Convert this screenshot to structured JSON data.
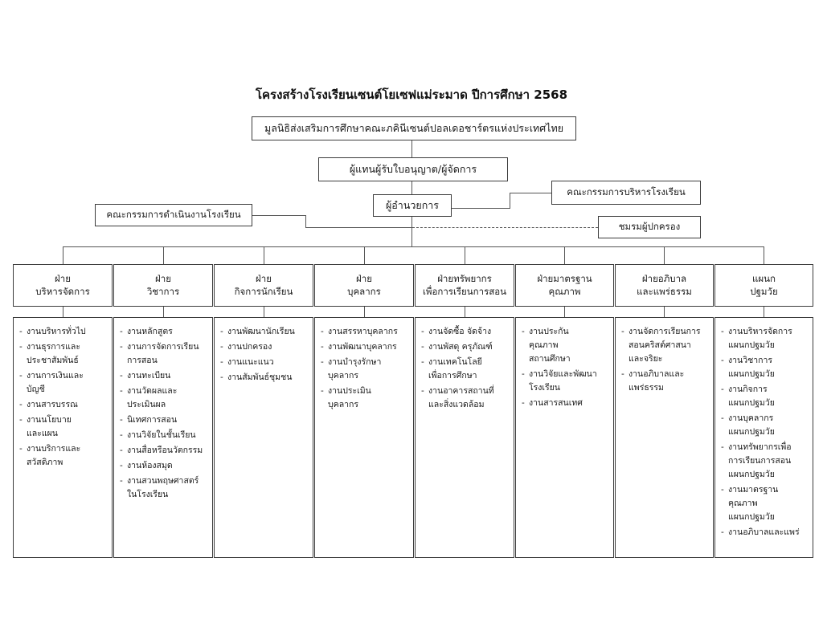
{
  "chart_data": {
    "type": "diagram",
    "title": "โครงสร้างโรงเรียนเซนต์โยเซฟแม่ระมาด ปีการศึกษา 2568",
    "orientation": "top-down-org-chart",
    "levels": 4
  },
  "title": "โครงสร้างโรงเรียนเซนต์โยเซฟแม่ระมาด ปีการศึกษา 2568",
  "nodes": {
    "foundation": "มูลนิธิส่งเสริมการศึกษาคณะภคินีเซนต์ปอลเดอชาร์ตรแห่งประเทศไทย",
    "license_rep": "ผู้แทนผู้รับใบอนุญาต/ผู้จัดการ",
    "director": "ผู้อำนวยการ",
    "operations_committee": "คณะกรรมการดำเนินงานโรงเรียน",
    "admin_committee": "คณะกรรมการบริหารโรงเรียน",
    "parents_club": "ชมรมผู้ปกครอง"
  },
  "departments": [
    {
      "name": "ฝ่าย\nบริหารจัดการ",
      "line1": "ฝ่าย",
      "line2": "บริหารจัดการ",
      "items": [
        "งานบริหารทั่วไป",
        "งานธุรการและ\nประชาสัมพันธ์",
        "งานการเงินและ\nบัญชี",
        "งานสารบรรณ",
        "งานนโยบาย\nและแผน",
        "งานบริการและ\nสวัสดิภาพ"
      ]
    },
    {
      "name": "ฝ่าย\nวิชาการ",
      "line1": "ฝ่าย",
      "line2": "วิชาการ",
      "items": [
        "งานหลักสูตร",
        "งานการจัดการเรียน\nการสอน",
        "งานทะเบียน",
        "งานวัดผลและ\nประเมินผล",
        "นิเทศการสอน",
        "งานวิจัยในชั้นเรียน",
        "งานสื่อหรือนวัตกรรม",
        "งานห้องสมุด",
        "งานสวนพฤษศาสตร์\nในโรงเรียน"
      ]
    },
    {
      "name": "ฝ่าย\nกิจการนักเรียน",
      "line1": "ฝ่าย",
      "line2": "กิจการนักเรียน",
      "items": [
        "งานพัฒนานักเรียน",
        "งานปกครอง",
        "งานแนะแนว",
        "งานสัมพันธ์ชุมชน"
      ]
    },
    {
      "name": "ฝ่าย\nบุคลากร",
      "line1": "ฝ่าย",
      "line2": "บุคลากร",
      "items": [
        "งานสรรหาบุคลากร",
        "งานพัฒนาบุคลากร",
        "งานบำรุงรักษา\nบุคลากร",
        "งานประเมิน\nบุคลากร"
      ]
    },
    {
      "name": "ฝ่ายทรัพยากร\nเพื่อการเรียนการสอน",
      "line1": "ฝ่ายทรัพยากร",
      "line2": "เพื่อการเรียนการสอน",
      "items": [
        "งานจัดซื้อ จัดจ้าง",
        "งานพัสดุ ครุภัณฑ์",
        "งานเทคโนโลยี\nเพื่อการศึกษา",
        "งานอาคารสถานที่\nและสิ่งแวดล้อม"
      ]
    },
    {
      "name": "ฝ่ายมาตรฐาน\nคุณภาพ",
      "line1": "ฝ่ายมาตรฐาน",
      "line2": "คุณภาพ",
      "items": [
        "งานประกัน\nคุณภาพ\nสถานศึกษา",
        "งานวิจัยและพัฒนา\nโรงเรียน",
        "งานสารสนเทศ"
      ]
    },
    {
      "name": "ฝ่ายอภิบาล\nและแพร่ธรรม",
      "line1": "ฝ่ายอภิบาล",
      "line2": "และแพร่ธรรม",
      "items": [
        "งานจัดการเรียนการ\nสอนคริสต์ศาสนา\nและจริยะ",
        "งานอภิบาลและ\nแพร่ธรรม"
      ]
    },
    {
      "name": "แผนก\nปฐมวัย",
      "line1": "แผนก",
      "line2": "ปฐมวัย",
      "items": [
        "งานบริหารจัดการ\nแผนกปฐมวัย",
        "งานวิชาการ\nแผนกปฐมวัย",
        "งานกิจการ\nแผนกปฐมวัย",
        "งานบุคลากร\nแผนกปฐมวัย",
        "งานทรัพยากรเพื่อ\nการเรียนการสอน\nแผนกปฐมวัย",
        "งานมาตรฐาน\nคุณภาพ\nแผนกปฐมวัย",
        "งานอภิบาลและแพร่"
      ]
    }
  ]
}
